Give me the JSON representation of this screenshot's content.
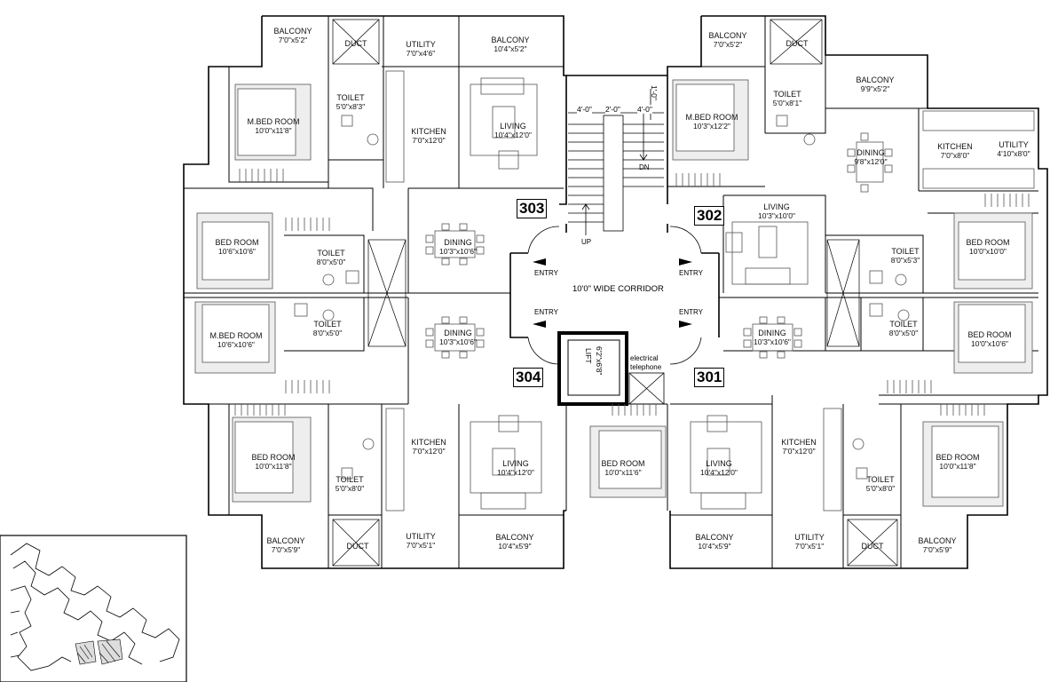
{
  "rooms": {
    "balcony_tl1": {
      "name": "BALCONY",
      "dim": "7'0\"x5'2\""
    },
    "duct_tl": {
      "name": "DUCT",
      "dim": ""
    },
    "utility_tl": {
      "name": "UTILITY",
      "dim": "7'0\"x4'6\""
    },
    "balcony_tl2": {
      "name": "BALCONY",
      "dim": "10'4\"x5'2\""
    },
    "mbed_tl": {
      "name": "M.BED ROOM",
      "dim": "10'0\"x11'8\""
    },
    "toilet_tl": {
      "name": "TOILET",
      "dim": "5'0\"x8'3\""
    },
    "kitchen_tl": {
      "name": "KITCHEN",
      "dim": "7'0\"x12'0\""
    },
    "living_tl": {
      "name": "LIVING",
      "dim": "10'4\"x12'0\""
    },
    "bed_ml": {
      "name": "BED ROOM",
      "dim": "10'6\"x10'6\""
    },
    "toilet_ml1": {
      "name": "TOILET",
      "dim": "8'0\"x5'0\""
    },
    "dining_ml1": {
      "name": "DINING",
      "dim": "10'3\"x10'6\""
    },
    "mbed_ml": {
      "name": "M.BED ROOM",
      "dim": "10'6\"x10'6\""
    },
    "toilet_ml2": {
      "name": "TOILET",
      "dim": "8'0\"x5'0\""
    },
    "dining_ml2": {
      "name": "DINING",
      "dim": "10'3\"x10'6\""
    },
    "bed_bl": {
      "name": "BED ROOM",
      "dim": "10'0\"x11'8\""
    },
    "toilet_bl": {
      "name": "TOILET",
      "dim": "5'0\"x8'0\""
    },
    "kitchen_bl": {
      "name": "KITCHEN",
      "dim": "7'0\"x12'0\""
    },
    "living_bl": {
      "name": "LIVING",
      "dim": "10'4\"x12'0\""
    },
    "bed_bc": {
      "name": "BED ROOM",
      "dim": "10'0\"x11'6\""
    },
    "balcony_bl1": {
      "name": "BALCONY",
      "dim": "7'0\"x5'9\""
    },
    "duct_bl": {
      "name": "DUCT",
      "dim": ""
    },
    "utility_bl": {
      "name": "UTILITY",
      "dim": "7'0\"x5'1\""
    },
    "balcony_bl2": {
      "name": "BALCONY",
      "dim": "10'4\"x5'9\""
    },
    "balcony_tr1": {
      "name": "BALCONY",
      "dim": "7'0\"x5'2\""
    },
    "duct_tr": {
      "name": "DUCT",
      "dim": ""
    },
    "balcony_tr2": {
      "name": "BALCONY",
      "dim": "9'9\"x5'2\""
    },
    "mbed_tr": {
      "name": "M.BED ROOM",
      "dim": "10'3\"x12'2\""
    },
    "toilet_tr": {
      "name": "TOILET",
      "dim": "5'0\"x8'1\""
    },
    "dining_tr": {
      "name": "DINING",
      "dim": "9'8\"x12'0\""
    },
    "kitchen_tr": {
      "name": "KITCHEN",
      "dim": "7'0\"x8'0\""
    },
    "utility_tr": {
      "name": "UTILITY",
      "dim": "4'10\"x8'0\""
    },
    "living_mr": {
      "name": "LIVING",
      "dim": "10'3\"x10'0\""
    },
    "toilet_mr1": {
      "name": "TOILET",
      "dim": "8'0\"x5'3\""
    },
    "bed_mr1": {
      "name": "BED ROOM",
      "dim": "10'0\"x10'0\""
    },
    "toilet_mr2": {
      "name": "TOILET",
      "dim": "8'0\"x5'0\""
    },
    "bed_mr2": {
      "name": "BED ROOM",
      "dim": "10'0\"x10'6\""
    },
    "dining_mr": {
      "name": "DINING",
      "dim": "10'3\"x10'6\""
    },
    "living_br": {
      "name": "LIVING",
      "dim": "10'4\"x12'0\""
    },
    "kitchen_br": {
      "name": "KITCHEN",
      "dim": "7'0\"x12'0\""
    },
    "toilet_br": {
      "name": "TOILET",
      "dim": "5'0\"x8'0\""
    },
    "bed_br": {
      "name": "BED ROOM",
      "dim": "10'0\"x11'8\""
    },
    "balcony_br1": {
      "name": "BALCONY",
      "dim": "10'4\"x5'9\""
    },
    "utility_br": {
      "name": "UTILITY",
      "dim": "7'0\"x5'1\""
    },
    "duct_br": {
      "name": "DUCT",
      "dim": ""
    },
    "balcony_br2": {
      "name": "BALCONY",
      "dim": "7'0\"x5'9\""
    }
  },
  "units": {
    "u303": "303",
    "u302": "302",
    "u304": "304",
    "u301": "301"
  },
  "core": {
    "corridor": "10'0\" WIDE CORRIDOR",
    "entry": "ENTRY",
    "lift_name": "LIFT",
    "lift_dim": "6'2\"x6'8\"",
    "electrical": "electrical",
    "telephone": "telephone",
    "up": "UP",
    "dn": "DN",
    "stair_dims": [
      "4'-0\"",
      "2'-0\"",
      "4'-0\"",
      "1'-0\""
    ]
  },
  "colors": {
    "line": "#000000",
    "furniture": "#555555",
    "rug": "#bbbbbb",
    "highlight": "#000000"
  }
}
